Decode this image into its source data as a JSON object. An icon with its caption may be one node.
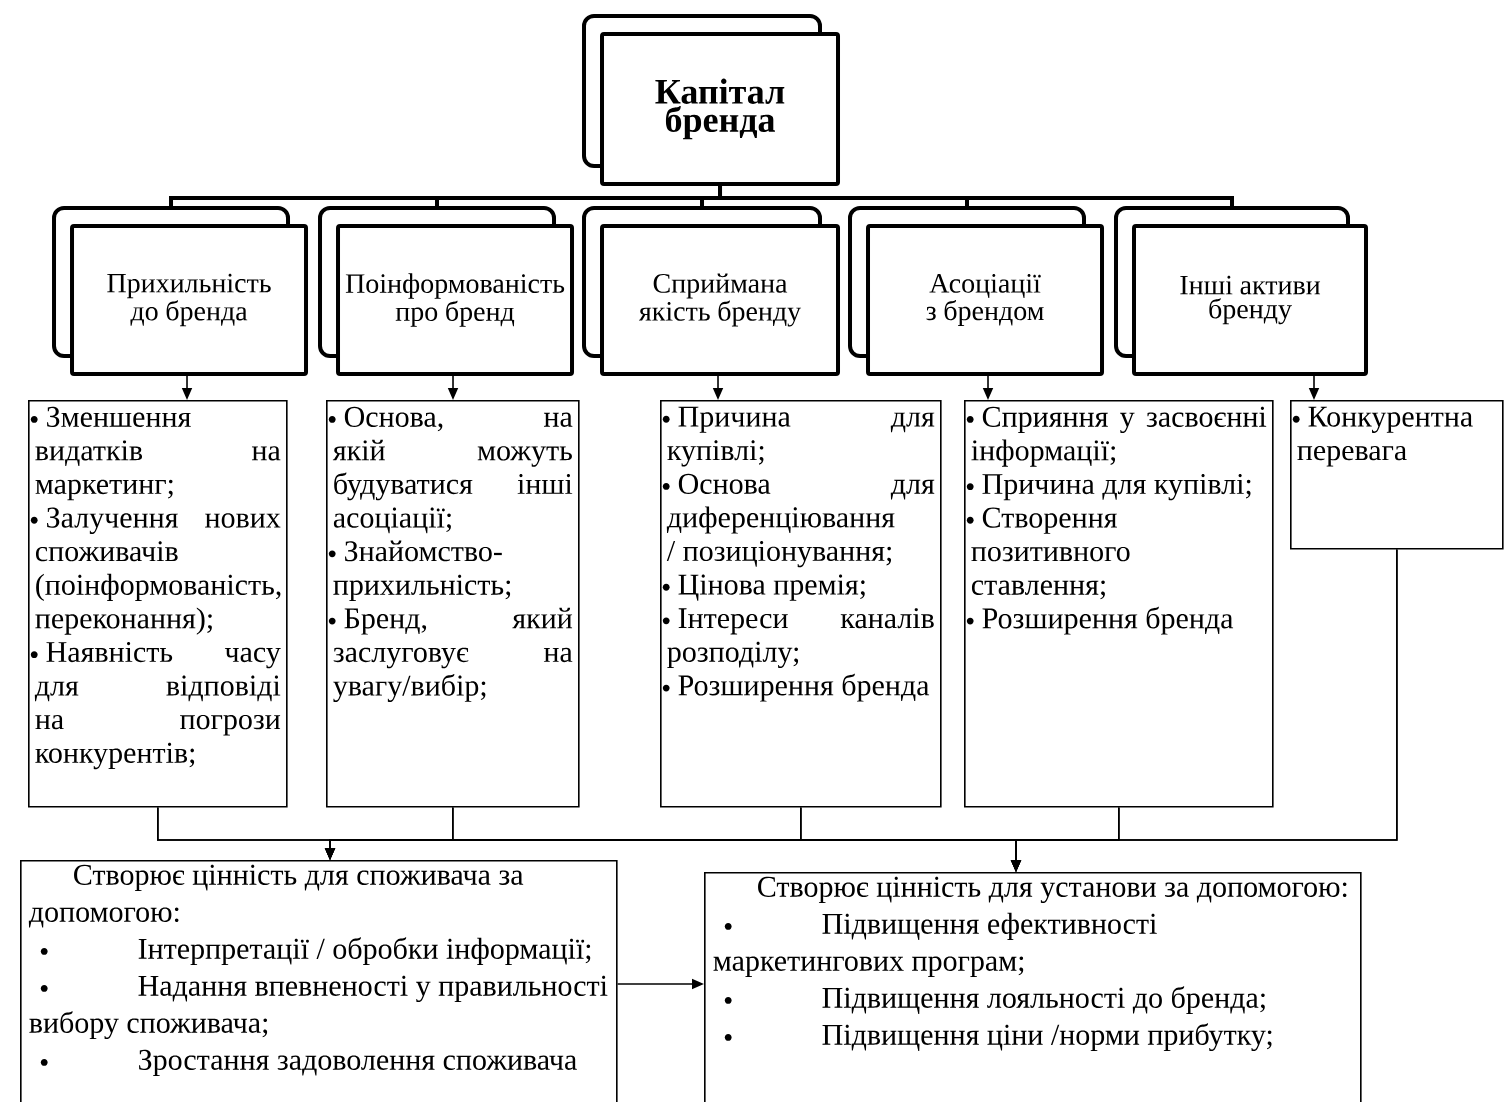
{
  "diagram": {
    "nodes": [
      {
        "text": [
          "Капітал бренда"
        ]
      },
      {
        "text": [
          "Прихильність до бренда"
        ]
      },
      {
        "text": [
          "Поінформованість про бренд"
        ]
      },
      {
        "text": [
          "Сприймана якість бренду"
        ]
      },
      {
        "text": [
          "Асоціації з брендом"
        ]
      },
      {
        "text": [
          "Інші активи бренду"
        ]
      },
      {
        "text": [
          "Зменшення видатків на маркетинг;",
          "Залучення нових споживачів (поінформованість, переконання);",
          "Наявність часу для відповіді на погрози конкурентів;"
        ]
      },
      {
        "text": [
          "Основа, на якій можуть будуватися інші асоціації;",
          "Знайомство-прихильність;",
          "Бренд, який заслуговує на увагу/вибір;"
        ]
      },
      {
        "text": [
          "Причина для купівлі;",
          "Основа для диференціювання / позиціонування;",
          "Цінова премія;",
          "Інтереси каналів розподілу;",
          "Розширення бренда"
        ]
      },
      {
        "text": [
          "Сприяння у засвоєнні інформації;",
          "Причина для купівлі;",
          "Створення позитивного ставлення;",
          "Розширення бренда"
        ]
      },
      {
        "text": [
          "Конкурентна перевага"
        ]
      },
      {
        "text": [
          "Створює цінність для споживача за допомогою:",
          "Інтерпретації / обробки інформації;",
          "Надання впевненості у правильності вибору споживача;",
          "Зростання задоволення споживача"
        ]
      },
      {
        "text": [
          "Створює цінність для установи за допомогою:",
          "Підвищення ефективності маркетингових програм;",
          "Підвищення лояльності до бренда;",
          "Підвищення ціни /норми прибутку;"
        ]
      }
    ],
    "edges": [
      {
        "from": 0,
        "to": 1,
        "arrow": "none"
      },
      {
        "from": 0,
        "to": 2,
        "arrow": "none"
      },
      {
        "from": 0,
        "to": 3,
        "arrow": "none"
      },
      {
        "from": 0,
        "to": 4,
        "arrow": "none"
      },
      {
        "from": 0,
        "to": 5,
        "arrow": "none"
      },
      {
        "from": 1,
        "to": 6,
        "arrow": "to"
      },
      {
        "from": 2,
        "to": 7,
        "arrow": "to"
      },
      {
        "from": 3,
        "to": 8,
        "arrow": "to"
      },
      {
        "from": 4,
        "to": 9,
        "arrow": "to"
      },
      {
        "from": 5,
        "to": 10,
        "arrow": "to"
      },
      {
        "from": 6,
        "to": 11,
        "arrow": "to"
      },
      {
        "from": 7,
        "to": 11,
        "arrow": "to"
      },
      {
        "from": 8,
        "to": 11,
        "arrow": "to"
      },
      {
        "from": 9,
        "to": 11,
        "arrow": "to"
      },
      {
        "from": 10,
        "to": 11,
        "arrow": "to"
      },
      {
        "from": 6,
        "to": 12,
        "arrow": "to"
      },
      {
        "from": 7,
        "to": 12,
        "arrow": "to"
      },
      {
        "from": 8,
        "to": 12,
        "arrow": "to"
      },
      {
        "from": 9,
        "to": 12,
        "arrow": "to"
      },
      {
        "from": 10,
        "to": 12,
        "arrow": "to"
      },
      {
        "from": 11,
        "to": 12,
        "arrow": "to"
      }
    ]
  }
}
